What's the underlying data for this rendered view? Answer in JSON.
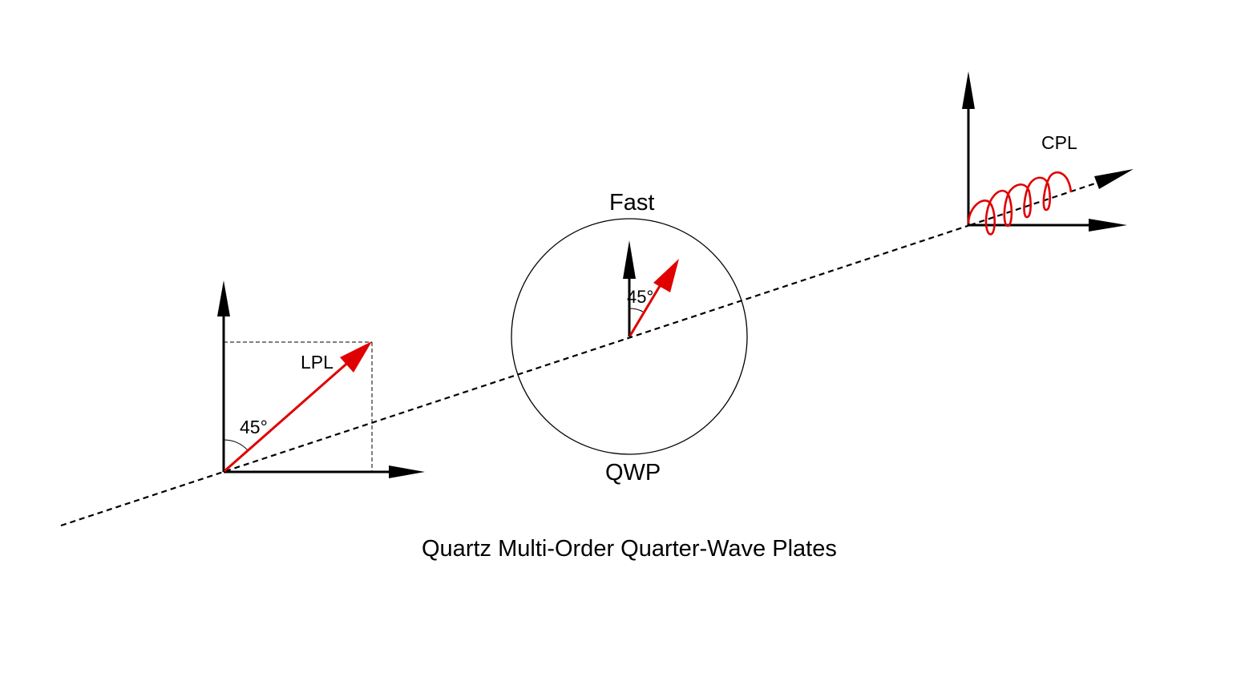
{
  "labels": {
    "lpl": "LPL",
    "lpl_angle": "45°",
    "qwp_fast": "Fast",
    "qwp_angle": "45°",
    "qwp_name": "QWP",
    "cpl": "CPL",
    "caption": "Quartz Multi-Order Quarter-Wave Plates"
  },
  "colors": {
    "axis": "#000000",
    "polarization": "#e00000",
    "background": "#ffffff"
  }
}
